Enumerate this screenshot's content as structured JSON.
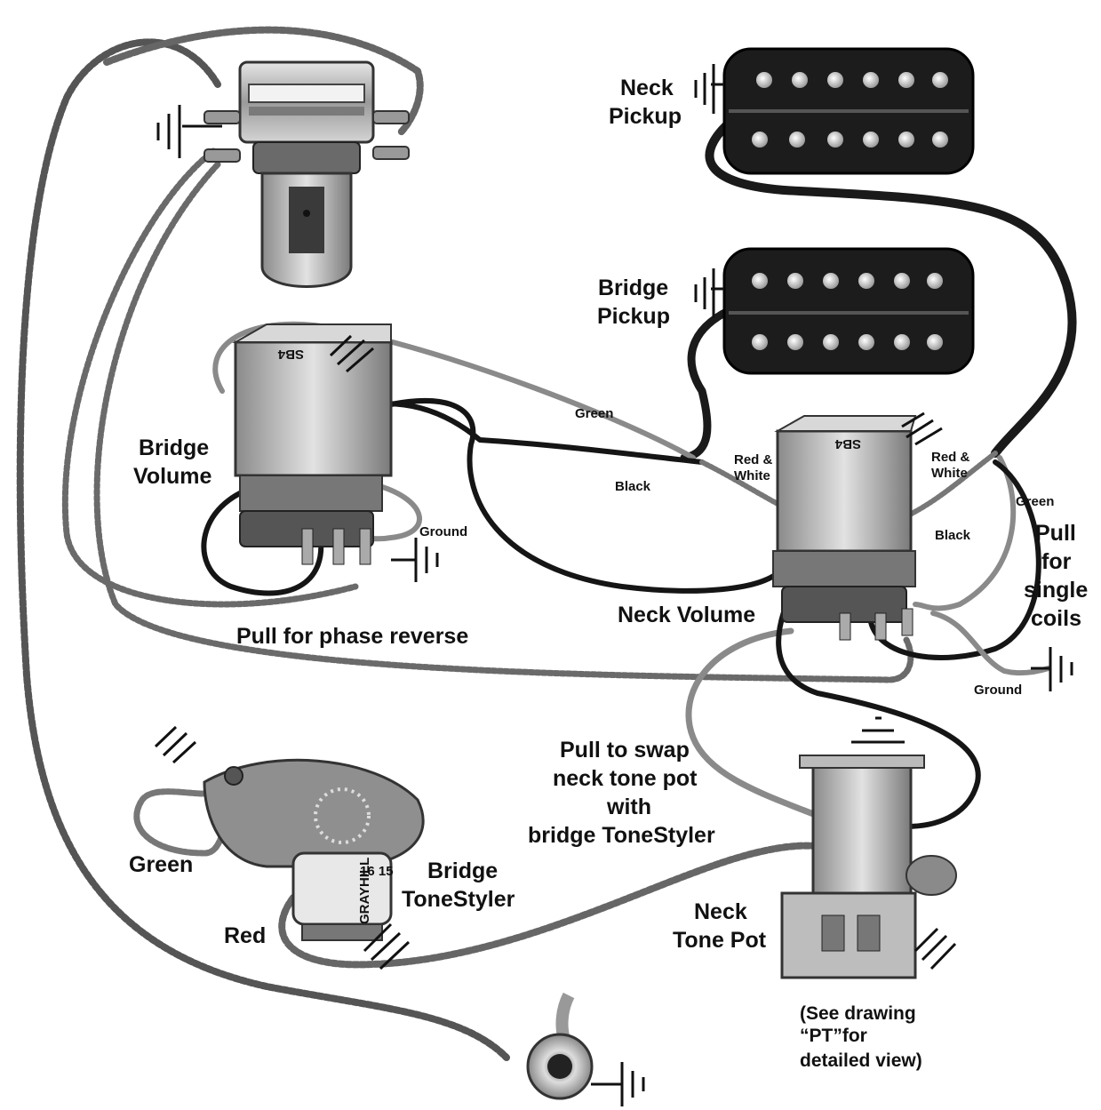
{
  "labels": {
    "neck_pickup": [
      "Neck",
      "Pickup"
    ],
    "bridge_pickup": [
      "Bridge",
      "Pickup"
    ],
    "bridge_volume": [
      "Bridge",
      "Volume"
    ],
    "neck_volume": "Neck Volume",
    "phase_reverse": "Pull for phase reverse",
    "single_coils": [
      "Pull",
      "for",
      "single",
      "coils"
    ],
    "swap_tone": [
      "Pull to swap",
      "neck tone pot",
      "with",
      "bridge ToneStyler"
    ],
    "bridge_tonestyler": [
      "Bridge",
      "ToneStyler"
    ],
    "neck_tone_pot": [
      "Neck",
      "Tone Pot"
    ],
    "see_drawing": [
      "(See drawing",
      "“PT”for",
      "detailed view)"
    ],
    "green_bottom": "Green",
    "red_bottom": "Red"
  },
  "wire_labels": {
    "green_top": "Green",
    "black_top": "Black",
    "ground_left": "Ground",
    "ground_right": "Ground",
    "red_white_left": [
      "Red &",
      "White"
    ],
    "red_white_right": [
      "Red &",
      "White"
    ],
    "green_right": "Green",
    "black_right": "Black"
  },
  "pot_markings": {
    "pot_code": "SB4",
    "tonestyler_brand": "GRAYHILL",
    "tonestyler_numbers": "16 15"
  },
  "colors": {
    "wire_black": "#151515",
    "wire_gray": "#8a8a8a",
    "wire_multicolor": "#6a6a6a",
    "metal_light": "#c9c9c9",
    "metal_dark": "#5a5a5a"
  }
}
